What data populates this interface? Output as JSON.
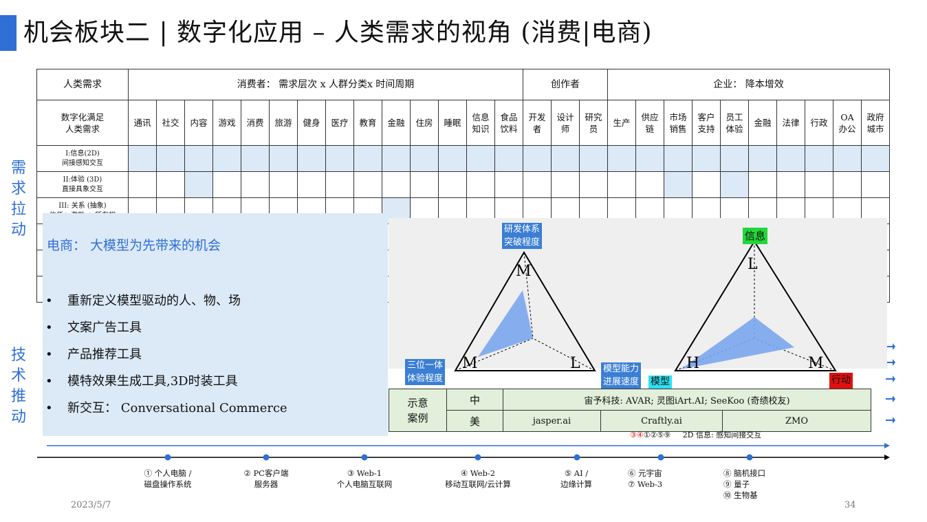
{
  "title": "机会板块二 | 数字化应用 – 人类需求的视角 (消费|电商)",
  "side_labels": {
    "top": [
      "需",
      "求",
      "拉",
      "动"
    ],
    "bottom": [
      "技",
      "术",
      "推",
      "动"
    ]
  },
  "table": {
    "header1": {
      "c0": "人类需求",
      "consumer": "消费者： 需求层次 x 人群分类x 时间周期",
      "creator": "创作者",
      "enterprise": "企业： 降本增效"
    },
    "row_header_label": [
      "数字化满足",
      "人类需求"
    ],
    "columns": [
      [
        "通讯"
      ],
      [
        "社交"
      ],
      [
        "内容"
      ],
      [
        "游戏"
      ],
      [
        "消费"
      ],
      [
        "旅游"
      ],
      [
        "健身"
      ],
      [
        "医疗"
      ],
      [
        "教育"
      ],
      [
        "金融"
      ],
      [
        "住房"
      ],
      [
        "睡眠"
      ],
      [
        "信息",
        "知识"
      ],
      [
        "食品",
        "饮料"
      ],
      [
        "开发",
        "者"
      ],
      [
        "设计",
        "师"
      ],
      [
        "研究",
        "员"
      ],
      [
        "生产"
      ],
      [
        "供应",
        "链"
      ],
      [
        "市场",
        "销售"
      ],
      [
        "客户",
        "支持"
      ],
      [
        "员工",
        "体验"
      ],
      [
        "金融"
      ],
      [
        "法律"
      ],
      [
        "行政"
      ],
      [
        "OA",
        "办公"
      ],
      [
        "政府",
        "城市"
      ]
    ],
    "rows": [
      {
        "label": [
          "I:信息(2D)",
          "间接感知交互"
        ],
        "blue_all": true
      },
      {
        "label": [
          "II:体验 (3D)",
          "直接具象交互"
        ],
        "blue": [
          2,
          19,
          21
        ]
      },
      {
        "label": [
          "III: 关系 (抽象)",
          "信任+ 激励 + 所有权"
        ],
        "blue": [
          9
        ]
      }
    ]
  },
  "overlay": {
    "title": "电商： 大模型为先带来的机会",
    "bullets": [
      "重新定义模型驱动的人、物、场",
      "文案广告工具",
      "产品推荐工具",
      "模特效果生成工具,3D时装工具",
      "新交互： Conversational Commerce"
    ]
  },
  "diagram": {
    "left": {
      "top_label": "研发体系突破程度",
      "top_line1": "研发体系",
      "top_line2": "突破程度",
      "left_line1": "三位一体",
      "left_line2": "体验程度",
      "right_line1": "模型能力",
      "right_line2": "进展速度",
      "v_top": "M",
      "v_left": "M",
      "v_right": "L"
    },
    "right": {
      "top_label": "信息",
      "left_label": "模型",
      "right_label": "行动",
      "v_top": "L",
      "v_left": "H",
      "v_right": "M"
    },
    "colors": {
      "fill": "#7aa6ee",
      "blue_label": "#3b7fd4",
      "green": "#22d63b",
      "cyan": "#2de0f0",
      "red": "#e01010"
    }
  },
  "examples": {
    "label": [
      "示意",
      "案例"
    ],
    "rows": [
      {
        "region": "中",
        "cells": [
          "宙予科技: AVAR; 灵图iArt.AI; SeeKoo (奇绩校友)"
        ]
      },
      {
        "region": "美",
        "cells": [
          "jasper.ai",
          "Craftly.ai",
          "ZMO"
        ]
      }
    ]
  },
  "legend_line": {
    "red": "③④",
    "black": "①②⑤⑨",
    "desc": "2D 信息: 感知间接交互"
  },
  "timeline": [
    {
      "line1": "① 个人电脑 /",
      "line2": "磁盘操作系统"
    },
    {
      "line1": "② PC客户端",
      "line2": "服务器"
    },
    {
      "line1": "③ Web-1",
      "line2": "个人电脑互联网"
    },
    {
      "line1": "④ Web-2",
      "line2": "移动互联网/云计算"
    },
    {
      "line1": "⑤ AI /",
      "line2": "边缘计算"
    },
    {
      "line1": "⑥ 元宇宙",
      "line2": "⑦ Web-3"
    },
    {
      "line1": "⑧ 脑机接口",
      "line2": "⑨ 量子",
      "line3": "⑩ 生物基"
    }
  ],
  "footer": {
    "date": "2023/5/7",
    "page": "34"
  }
}
